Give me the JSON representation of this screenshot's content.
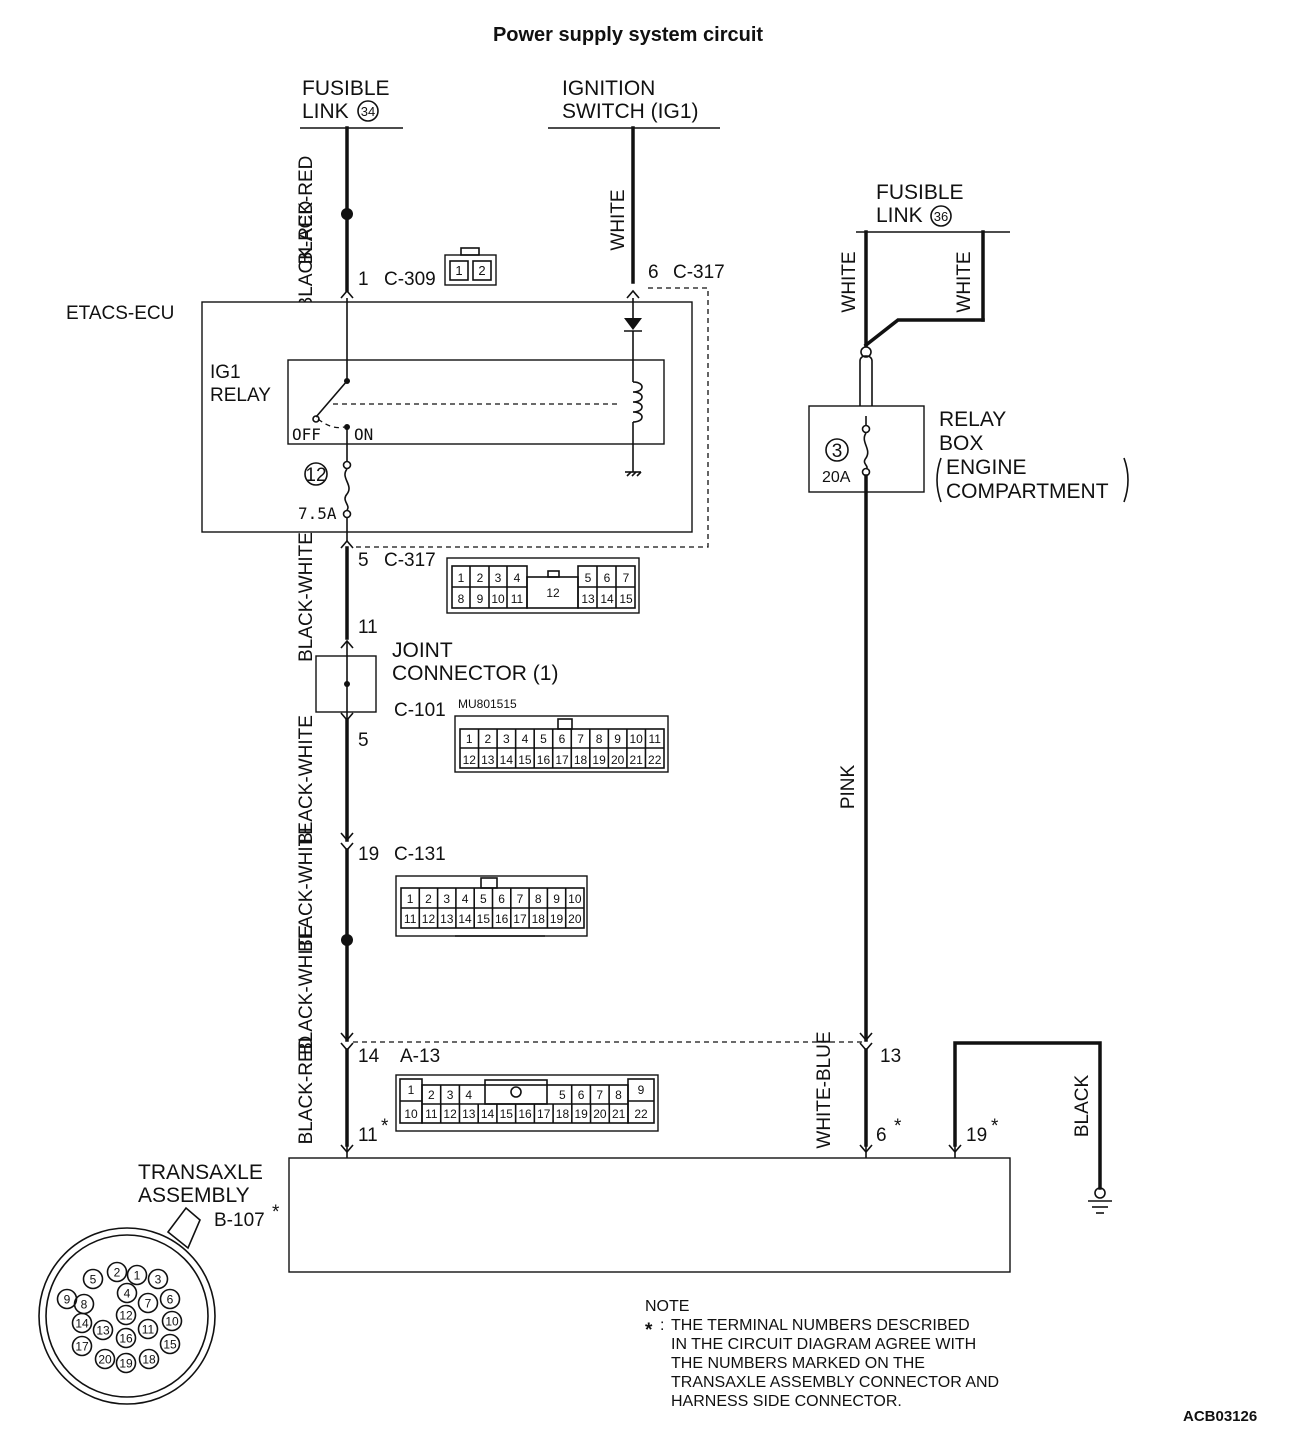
{
  "title": "Power supply system circuit",
  "fusible_link_34": {
    "line1": "FUSIBLE",
    "line2": "LINK",
    "number": "34"
  },
  "ignition_switch": {
    "line1": "IGNITION",
    "line2": "SWITCH (IG1)"
  },
  "fusible_link_36": {
    "line1": "FUSIBLE",
    "line2": "LINK",
    "number": "36"
  },
  "etacs_ecu": {
    "label": "ETACS-ECU"
  },
  "ig1_relay": {
    "line1": "IG1",
    "line2": "RELAY",
    "off": "OFF",
    "on": "ON"
  },
  "fuse_12": {
    "number": "12",
    "rating": "7.5A"
  },
  "relay_box": {
    "line1": "RELAY",
    "line2": "BOX",
    "line3": "ENGINE",
    "line4": "COMPARTMENT",
    "fuse_number": "3",
    "fuse_rating": "20A"
  },
  "joint_connector": {
    "line1": "JOINT",
    "line2": "CONNECTOR (1)"
  },
  "transaxle": {
    "line1": "TRANSAXLE",
    "line2": "ASSEMBLY",
    "connector": "B-107",
    "star": "*"
  },
  "wires": {
    "black_red": "BLACK-RED",
    "white": "WHITE",
    "black_white": "BLACK-WHITE",
    "pink": "PINK",
    "white_blue": "WHITE-BLUE",
    "black": "BLACK"
  },
  "connectors": {
    "c309": "C-309",
    "c317": "C-317",
    "c101": "C-101",
    "c131": "C-131",
    "a13": "A-13",
    "c101_part": "MU801515"
  },
  "terminals": {
    "c309_1": "1",
    "c317_6": "6",
    "c317_5": "5",
    "jc_11": "11",
    "jc_5": "5",
    "c131_19": "19",
    "a13_14": "14",
    "a13_13": "13",
    "b107_11": "11",
    "b107_6": "6",
    "b107_19": "19",
    "star": "*"
  },
  "c309_pins": [
    "1",
    "2"
  ],
  "c317_pins": {
    "top_left": [
      "1",
      "2",
      "3",
      "4"
    ],
    "top_right": [
      "5",
      "6",
      "7"
    ],
    "bottom_left": [
      "8",
      "9",
      "10",
      "11"
    ],
    "bottom_right": [
      "13",
      "14",
      "15"
    ],
    "center": "12"
  },
  "c101_pins": {
    "top": [
      "1",
      "2",
      "3",
      "4",
      "5",
      "6",
      "7",
      "8",
      "9",
      "10",
      "11"
    ],
    "bottom": [
      "12",
      "13",
      "14",
      "15",
      "16",
      "17",
      "18",
      "19",
      "20",
      "21",
      "22"
    ]
  },
  "c131_pins": {
    "top": [
      "1",
      "2",
      "3",
      "4",
      "5",
      "6",
      "7",
      "8",
      "9",
      "10"
    ],
    "bottom": [
      "11",
      "12",
      "13",
      "14",
      "15",
      "16",
      "17",
      "18",
      "19",
      "20"
    ]
  },
  "a13_pins": {
    "left_top": "1",
    "left_bottom": "10",
    "top_a": [
      "2",
      "3",
      "4"
    ],
    "top_b": [
      "5",
      "6",
      "7",
      "8"
    ],
    "bottom": [
      "11",
      "12",
      "13",
      "14",
      "15",
      "16",
      "17",
      "18",
      "19",
      "20",
      "21"
    ],
    "right_top": "9",
    "right_bottom": "22"
  },
  "b107_pins": [
    "5",
    "2",
    "1",
    "3",
    "9",
    "8",
    "4",
    "7",
    "6",
    "14",
    "13",
    "12",
    "11",
    "10",
    "17",
    "16",
    "15",
    "20",
    "19",
    "18"
  ],
  "note": {
    "heading": "NOTE",
    "star": "*",
    "colon": ":",
    "line1": "THE TERMINAL NUMBERS DESCRIBED",
    "line2": "IN THE CIRCUIT DIAGRAM AGREE WITH",
    "line3": "THE NUMBERS MARKED ON THE",
    "line4": "TRANSAXLE ASSEMBLY CONNECTOR AND",
    "line5": "HARNESS SIDE CONNECTOR."
  },
  "figure_code": "ACB03126"
}
